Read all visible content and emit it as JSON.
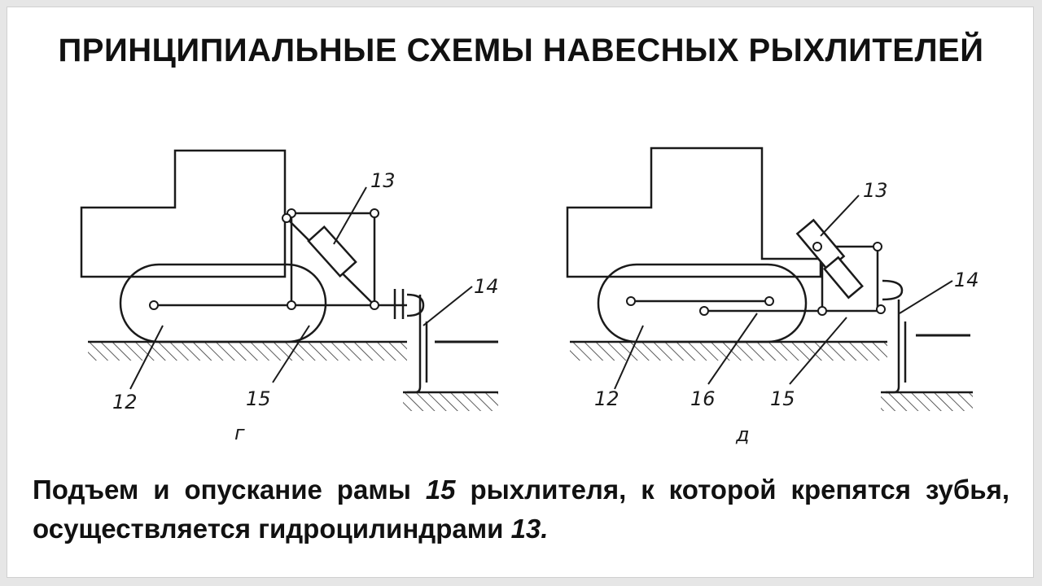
{
  "title": "ПРИНЦИПИАЛЬНЫЕ СХЕМЫ НАВЕСНЫХ РЫХЛИТЕЛЕЙ",
  "diagrams": [
    {
      "letter": "г",
      "labels": {
        "cylinder": "13",
        "tooth": "14",
        "tractor": "12",
        "frame": "15"
      }
    },
    {
      "letter": "д",
      "labels": {
        "cylinder": "13",
        "tooth": "14",
        "tractor": "12",
        "link": "16",
        "frame": "15"
      }
    }
  ],
  "caption": {
    "part1": "Подъем и опускание рамы ",
    "num1": "15",
    "part2": " рыхлителя, к которой крепятся зубья, осуществляется гидроцилиндрами ",
    "num2": "13."
  }
}
